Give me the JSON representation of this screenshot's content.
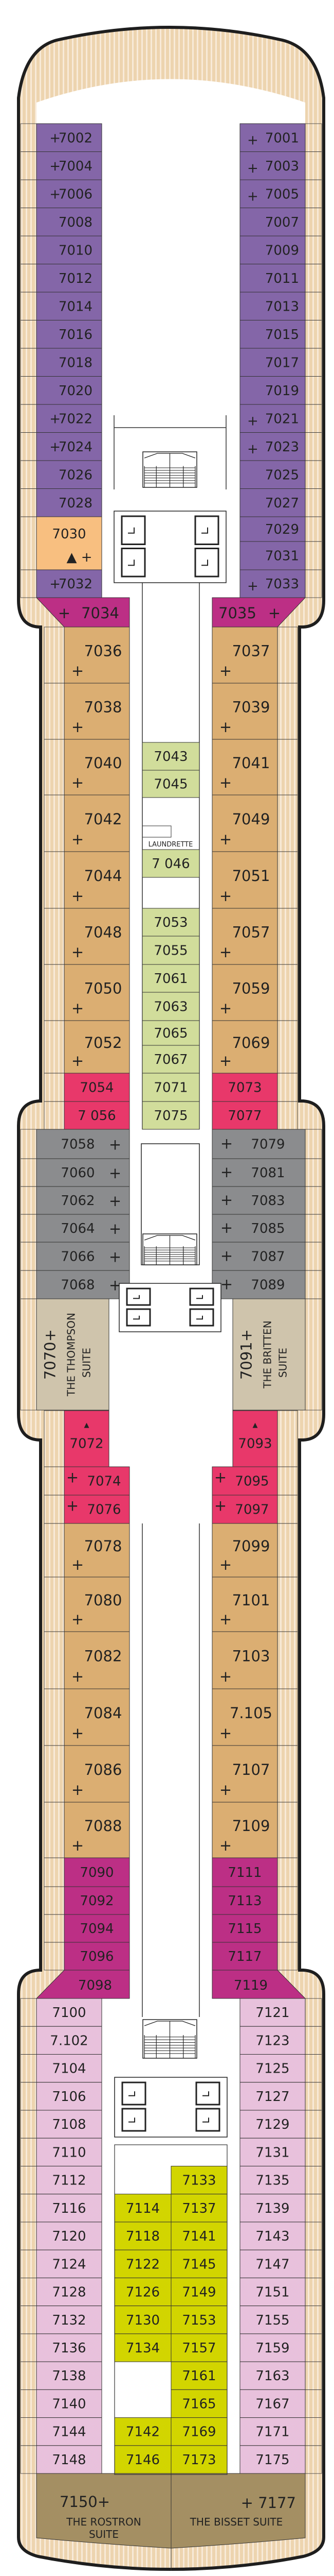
{
  "colors": {
    "purple": "#8466a8",
    "orange": "#f8bf80",
    "magenta": "#bc2f85",
    "tan": "#dbae72",
    "green": "#d1dd9b",
    "red": "#e8386a",
    "gray": "#8b8c8e",
    "suite_beige": "#cfc4ac",
    "pink": "#e8c1dc",
    "yellow": "#d2d500",
    "brown": "#a48f63",
    "deck": "#edd4af",
    "deck_stripe": "#f8ead8",
    "hull": "#1e1e1e"
  },
  "labels": {
    "laundrette": "LAUNDRETTE"
  },
  "cabins": {
    "fwd_port": [
      {
        "n": "7002",
        "mark": "+",
        "cat": "purple"
      },
      {
        "n": "7004",
        "mark": "+",
        "cat": "purple"
      },
      {
        "n": "7006",
        "mark": "+",
        "cat": "purple"
      },
      {
        "n": "7008",
        "cat": "purple"
      },
      {
        "n": "7010",
        "cat": "purple"
      },
      {
        "n": "7012",
        "cat": "purple"
      },
      {
        "n": "7014",
        "cat": "purple"
      },
      {
        "n": "7016",
        "cat": "purple"
      },
      {
        "n": "7018",
        "cat": "purple"
      },
      {
        "n": "7020",
        "cat": "purple"
      },
      {
        "n": "7022",
        "mark": "+",
        "cat": "purple"
      },
      {
        "n": "7024",
        "mark": "+",
        "cat": "purple"
      },
      {
        "n": "7026",
        "cat": "purple"
      },
      {
        "n": "7028",
        "cat": "purple"
      },
      {
        "n": "7030",
        "mark": "▲ +",
        "cat": "orange"
      },
      {
        "n": "7032",
        "mark": "+",
        "cat": "purple"
      }
    ],
    "fwd_stbd": [
      {
        "n": "7001",
        "mark": "+",
        "cat": "purple"
      },
      {
        "n": "7003",
        "mark": "+",
        "cat": "purple"
      },
      {
        "n": "7005",
        "mark": "+",
        "cat": "purple"
      },
      {
        "n": "7007",
        "cat": "purple"
      },
      {
        "n": "7009",
        "cat": "purple"
      },
      {
        "n": "7011",
        "cat": "purple"
      },
      {
        "n": "7013",
        "cat": "purple"
      },
      {
        "n": "7015",
        "cat": "purple"
      },
      {
        "n": "7017",
        "cat": "purple"
      },
      {
        "n": "7019",
        "cat": "purple"
      },
      {
        "n": "7021",
        "mark": "+",
        "cat": "purple"
      },
      {
        "n": "7023",
        "mark": "+",
        "cat": "purple"
      },
      {
        "n": "7025",
        "cat": "purple"
      },
      {
        "n": "7027",
        "cat": "purple"
      },
      {
        "n": "7029",
        "cat": "purple"
      },
      {
        "n": "7031",
        "cat": "purple"
      },
      {
        "n": "7033",
        "mark": "+",
        "cat": "purple"
      }
    ],
    "fwd_corner_port": {
      "n": "7034",
      "mark": "+",
      "cat": "magenta"
    },
    "fwd_corner_stbd": {
      "n": "7035",
      "mark": "+",
      "cat": "magenta"
    },
    "mid_port": [
      {
        "n": "7036",
        "mark": "+",
        "cat": "tan"
      },
      {
        "n": "7038",
        "mark": "+",
        "cat": "tan"
      },
      {
        "n": "7040",
        "mark": "+",
        "cat": "tan"
      },
      {
        "n": "7042",
        "mark": "+",
        "cat": "tan"
      },
      {
        "n": "7044",
        "mark": "+",
        "cat": "tan"
      },
      {
        "n": "7048",
        "mark": "+",
        "cat": "tan"
      },
      {
        "n": "7050",
        "mark": "+",
        "cat": "tan"
      },
      {
        "n": "7052",
        "mark": "+",
        "cat": "tan"
      },
      {
        "n": "7054",
        "cat": "red"
      },
      {
        "n": "7 056",
        "cat": "red"
      }
    ],
    "mid_stbd": [
      {
        "n": "7037",
        "mark": "+",
        "cat": "tan"
      },
      {
        "n": "7039",
        "mark": "+",
        "cat": "tan"
      },
      {
        "n": "7041",
        "mark": "+",
        "cat": "tan"
      },
      {
        "n": "7049",
        "mark": "+",
        "cat": "tan"
      },
      {
        "n": "7051",
        "mark": "+",
        "cat": "tan"
      },
      {
        "n": "7057",
        "mark": "+",
        "cat": "tan"
      },
      {
        "n": "7059",
        "mark": "+",
        "cat": "tan"
      },
      {
        "n": "7069",
        "mark": "+",
        "cat": "tan"
      },
      {
        "n": "7073",
        "cat": "red"
      },
      {
        "n": "7077",
        "cat": "red"
      }
    ],
    "mid_center": [
      {
        "n": "7043",
        "cat": "green"
      },
      {
        "n": "7045",
        "cat": "green"
      },
      {
        "n": "7 046",
        "cat": "green"
      },
      {
        "n": "7053",
        "cat": "green"
      },
      {
        "n": "7055",
        "cat": "green"
      },
      {
        "n": "7061",
        "cat": "green"
      },
      {
        "n": "7063",
        "cat": "green"
      },
      {
        "n": "7065",
        "cat": "green"
      },
      {
        "n": "7067",
        "cat": "green"
      },
      {
        "n": "7071",
        "cat": "green"
      },
      {
        "n": "7075",
        "cat": "green"
      }
    ],
    "gray_port": [
      {
        "n": "7058",
        "mark": "+",
        "cat": "gray"
      },
      {
        "n": "7060",
        "mark": "+",
        "cat": "gray"
      },
      {
        "n": "7062",
        "mark": "+",
        "cat": "gray"
      },
      {
        "n": "7064",
        "mark": "+",
        "cat": "gray"
      },
      {
        "n": "7066",
        "mark": "+",
        "cat": "gray"
      },
      {
        "n": "7068",
        "mark": "+",
        "cat": "gray"
      }
    ],
    "gray_stbd": [
      {
        "n": "7079",
        "mark": "+",
        "cat": "gray"
      },
      {
        "n": "7081",
        "mark": "+",
        "cat": "gray"
      },
      {
        "n": "7083",
        "mark": "+",
        "cat": "gray"
      },
      {
        "n": "7085",
        "mark": "+",
        "cat": "gray"
      },
      {
        "n": "7087",
        "mark": "+",
        "cat": "gray"
      },
      {
        "n": "7089",
        "mark": "+",
        "cat": "gray"
      }
    ],
    "low_red_port": [
      {
        "n": "7072",
        "mark": "▲",
        "cat": "red"
      },
      {
        "n": "7074",
        "mark": "+",
        "cat": "red"
      },
      {
        "n": "7076",
        "mark": "+",
        "cat": "red"
      }
    ],
    "low_red_stbd": [
      {
        "n": "7093",
        "mark": "▲",
        "cat": "red"
      },
      {
        "n": "7095",
        "mark": "+",
        "cat": "red"
      },
      {
        "n": "7097",
        "mark": "+",
        "cat": "red"
      }
    ],
    "low_port": [
      {
        "n": "7078",
        "mark": "+",
        "cat": "tan"
      },
      {
        "n": "7080",
        "mark": "+",
        "cat": "tan"
      },
      {
        "n": "7082",
        "mark": "+",
        "cat": "tan"
      },
      {
        "n": "7084",
        "mark": "+",
        "cat": "tan"
      },
      {
        "n": "7086",
        "mark": "+",
        "cat": "tan"
      },
      {
        "n": "7088",
        "mark": "+",
        "cat": "tan"
      },
      {
        "n": "7090",
        "cat": "magenta"
      },
      {
        "n": "7092",
        "cat": "magenta"
      },
      {
        "n": "7094",
        "cat": "magenta"
      },
      {
        "n": "7096",
        "cat": "magenta"
      }
    ],
    "low_stbd": [
      {
        "n": "7099",
        "mark": "+",
        "cat": "tan"
      },
      {
        "n": "7101",
        "mark": "+",
        "cat": "tan"
      },
      {
        "n": "7103",
        "mark": "+",
        "cat": "tan"
      },
      {
        "n": "7.105",
        "mark": "+",
        "cat": "tan"
      },
      {
        "n": "7107",
        "mark": "+",
        "cat": "tan"
      },
      {
        "n": "7109",
        "mark": "+",
        "cat": "tan"
      },
      {
        "n": "7111",
        "cat": "magenta"
      },
      {
        "n": "7113",
        "cat": "magenta"
      },
      {
        "n": "7115",
        "cat": "magenta"
      },
      {
        "n": "7117",
        "cat": "magenta"
      }
    ],
    "aft_corner_port": {
      "n": "7098",
      "cat": "magenta"
    },
    "aft_corner_stbd": {
      "n": "7119",
      "cat": "magenta"
    },
    "aft_port": [
      {
        "n": "7100",
        "cat": "pink"
      },
      {
        "n": "7.102",
        "cat": "pink"
      },
      {
        "n": "7104",
        "cat": "pink"
      },
      {
        "n": "7106",
        "cat": "pink"
      },
      {
        "n": "7108",
        "cat": "pink"
      },
      {
        "n": "7110",
        "cat": "pink"
      },
      {
        "n": "7112",
        "cat": "pink"
      },
      {
        "n": "7116",
        "cat": "pink"
      },
      {
        "n": "7120",
        "cat": "pink"
      },
      {
        "n": "7124",
        "cat": "pink"
      },
      {
        "n": "7128",
        "cat": "pink"
      },
      {
        "n": "7132",
        "cat": "pink"
      },
      {
        "n": "7136",
        "cat": "pink"
      },
      {
        "n": "7138",
        "cat": "pink"
      },
      {
        "n": "7140",
        "cat": "pink"
      },
      {
        "n": "7144",
        "cat": "pink"
      },
      {
        "n": "7148",
        "cat": "pink"
      }
    ],
    "aft_stbd": [
      {
        "n": "7121",
        "cat": "pink"
      },
      {
        "n": "7123",
        "cat": "pink"
      },
      {
        "n": "7125",
        "cat": "pink"
      },
      {
        "n": "7127",
        "cat": "pink"
      },
      {
        "n": "7129",
        "cat": "pink"
      },
      {
        "n": "7131",
        "cat": "pink"
      },
      {
        "n": "7135",
        "cat": "pink"
      },
      {
        "n": "7139",
        "cat": "pink"
      },
      {
        "n": "7143",
        "cat": "pink"
      },
      {
        "n": "7147",
        "cat": "pink"
      },
      {
        "n": "7151",
        "cat": "pink"
      },
      {
        "n": "7155",
        "cat": "pink"
      },
      {
        "n": "7159",
        "cat": "pink"
      },
      {
        "n": "7163",
        "cat": "pink"
      },
      {
        "n": "7167",
        "cat": "pink"
      },
      {
        "n": "7171",
        "cat": "pink"
      },
      {
        "n": "7175",
        "cat": "pink"
      }
    ],
    "aft_center_left": [
      {
        "n": "7114",
        "cat": "yellow"
      },
      {
        "n": "7118",
        "cat": "yellow"
      },
      {
        "n": "7122",
        "cat": "yellow"
      },
      {
        "n": "7126",
        "cat": "yellow"
      },
      {
        "n": "7130",
        "cat": "yellow"
      },
      {
        "n": "7134",
        "cat": "yellow"
      },
      {
        "n": "7142",
        "cat": "yellow"
      },
      {
        "n": "7146",
        "cat": "yellow"
      }
    ],
    "aft_center_right": [
      {
        "n": "7133",
        "cat": "yellow"
      },
      {
        "n": "7137",
        "cat": "yellow"
      },
      {
        "n": "7141",
        "cat": "yellow"
      },
      {
        "n": "7145",
        "cat": "yellow"
      },
      {
        "n": "7149",
        "cat": "yellow"
      },
      {
        "n": "7153",
        "cat": "yellow"
      },
      {
        "n": "7157",
        "cat": "yellow"
      },
      {
        "n": "7161",
        "cat": "yellow"
      },
      {
        "n": "7165",
        "cat": "yellow"
      },
      {
        "n": "7169",
        "cat": "yellow"
      },
      {
        "n": "7173",
        "cat": "yellow"
      }
    ]
  },
  "suites": {
    "thompson": {
      "number": "7070+",
      "name": "THE THOMPSON",
      "suffix": "SUITE",
      "cat": "suite_beige"
    },
    "britten": {
      "number": "7091+",
      "name": "THE BRITTEN",
      "suffix": "SUITE",
      "cat": "suite_beige"
    },
    "rostron": {
      "number": "7150+",
      "name": "THE ROSTRON",
      "suffix": "SUITE",
      "cat": "brown"
    },
    "bisset": {
      "number": "+ 7177",
      "name": "THE BISSET SUITE",
      "cat": "brown"
    }
  }
}
